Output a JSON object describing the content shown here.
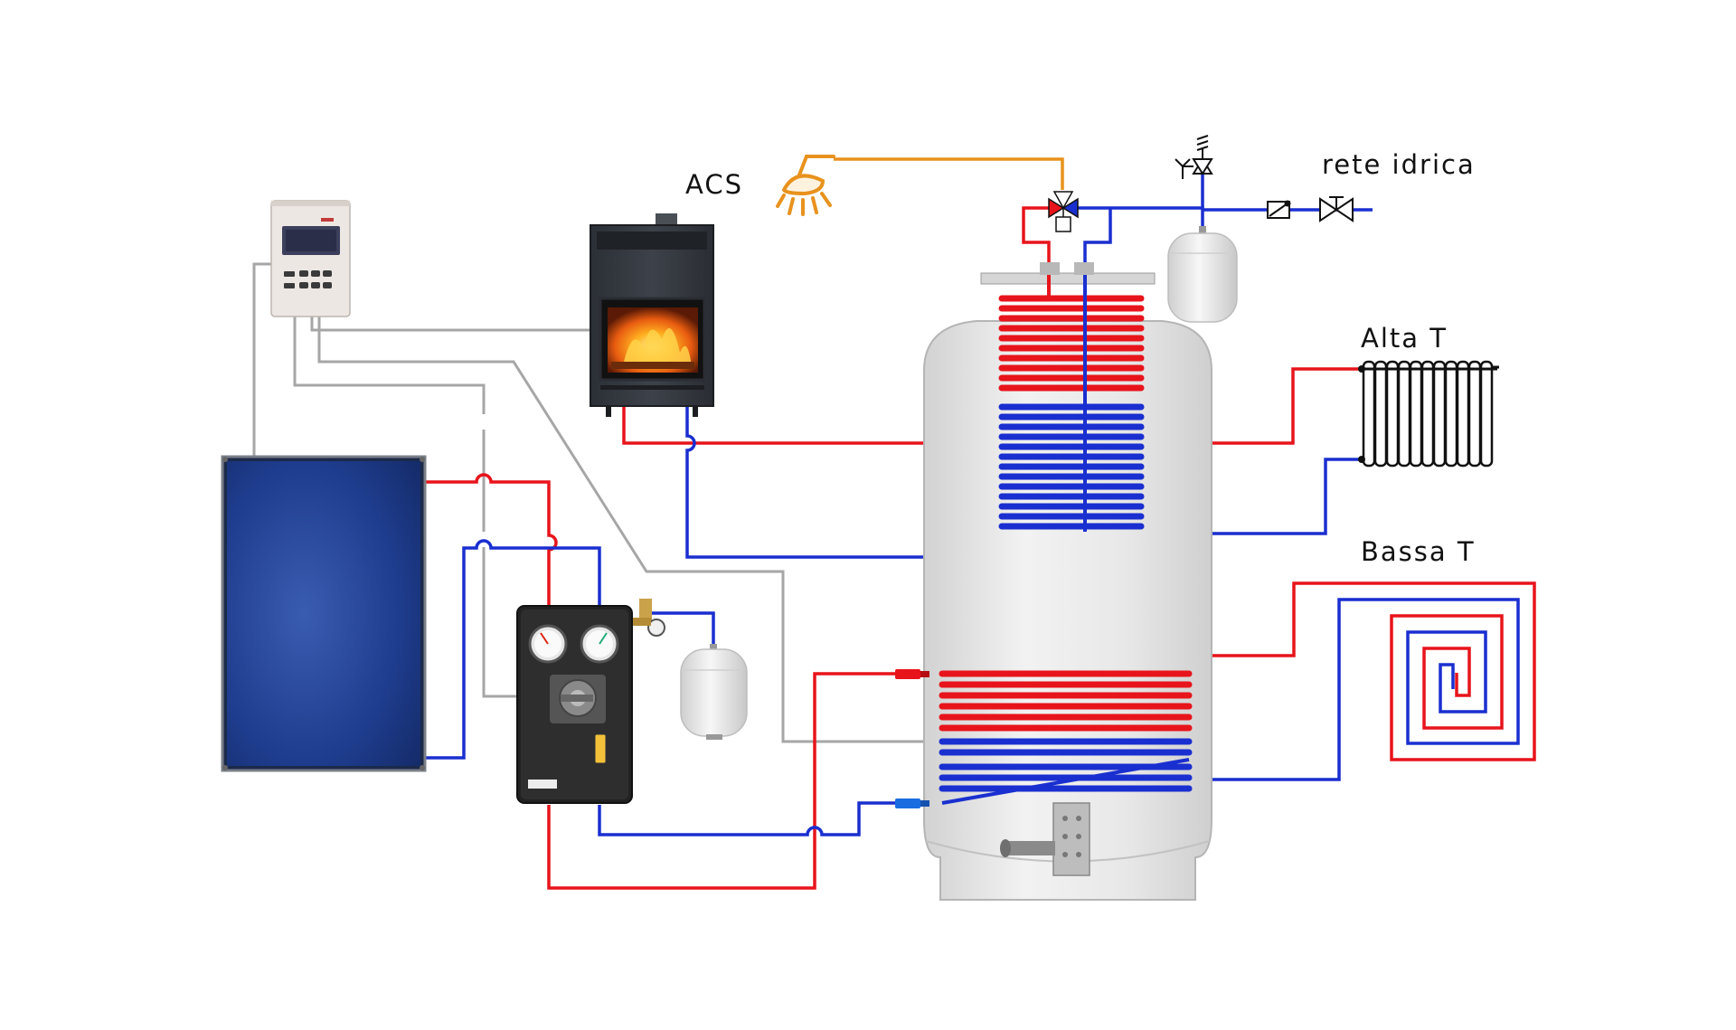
{
  "labels": {
    "acs": "ACS",
    "rete_idrica": "rete idrica",
    "alta_t": "Alta T",
    "bassa_t": "Bassa T"
  },
  "colors": {
    "hot": "#e8141b",
    "cold": "#1a2fd0",
    "signal": "#a6a6a6",
    "shower_line": "#e8921d",
    "tank_body": "#e6e6e6",
    "solar_panel": "#1a3a88",
    "pump_station": "#222222"
  },
  "components": [
    {
      "name": "solar-controller",
      "icon": "controller-icon"
    },
    {
      "name": "wood-stove",
      "icon": "fireplace-icon"
    },
    {
      "name": "solar-collector",
      "icon": "solar-panel-icon"
    },
    {
      "name": "pump-station",
      "icon": "pump-station-icon"
    },
    {
      "name": "expansion-vessel-solar",
      "icon": "expansion-vessel-icon"
    },
    {
      "name": "expansion-vessel-sanitary",
      "icon": "expansion-vessel-icon"
    },
    {
      "name": "storage-tank",
      "icon": "tank-icon"
    },
    {
      "name": "shower-head",
      "icon": "shower-icon"
    },
    {
      "name": "mixing-valve",
      "icon": "three-way-valve-icon"
    },
    {
      "name": "safety-valve",
      "icon": "safety-valve-icon"
    },
    {
      "name": "check-valve",
      "icon": "check-valve-icon"
    },
    {
      "name": "shutoff-valve",
      "icon": "shutoff-valve-icon"
    },
    {
      "name": "radiator",
      "icon": "radiator-icon"
    },
    {
      "name": "floor-heating-coil",
      "icon": "underfloor-coil-icon"
    }
  ]
}
